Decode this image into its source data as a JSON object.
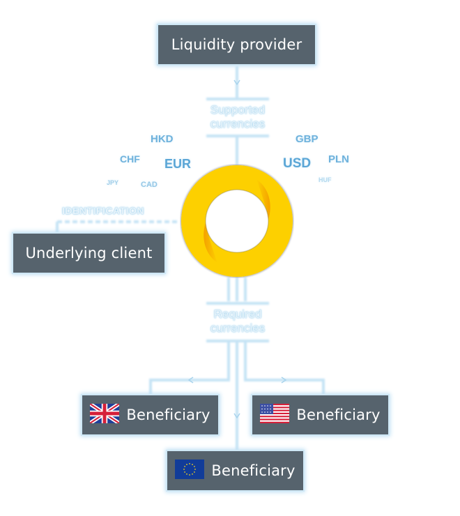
{
  "diagram": {
    "nodes": {
      "liquidity_provider": "Liquidity provider",
      "underlying_client": "Underlying client",
      "beneficiary_uk": "Beneficiary",
      "beneficiary_us": "Beneficiary",
      "beneficiary_eu": "Beneficiary"
    },
    "labels": {
      "supported_line1": "Supported",
      "supported_line2": "currencies",
      "required_line1": "Required",
      "required_line2": "currencies",
      "identification": "IDENTIFICATION"
    },
    "currencies": {
      "hkd": "HKD",
      "chf": "CHF",
      "eur": "EUR",
      "jpy": "JPY",
      "cad": "CAD",
      "gbp": "GBP",
      "usd": "USD",
      "pln": "PLN",
      "huf": "HUF"
    },
    "icons": {
      "hub": "yellow-ring-logo",
      "flag_uk": "uk-flag-icon",
      "flag_us": "us-flag-icon",
      "flag_eu": "eu-flag-icon"
    },
    "colors": {
      "box_bg": "#56636d",
      "connector": "#c4e3f5",
      "currency_text": "#6fb2dc",
      "ring": "#fdd000",
      "ring_shade": "#f39c00"
    }
  }
}
